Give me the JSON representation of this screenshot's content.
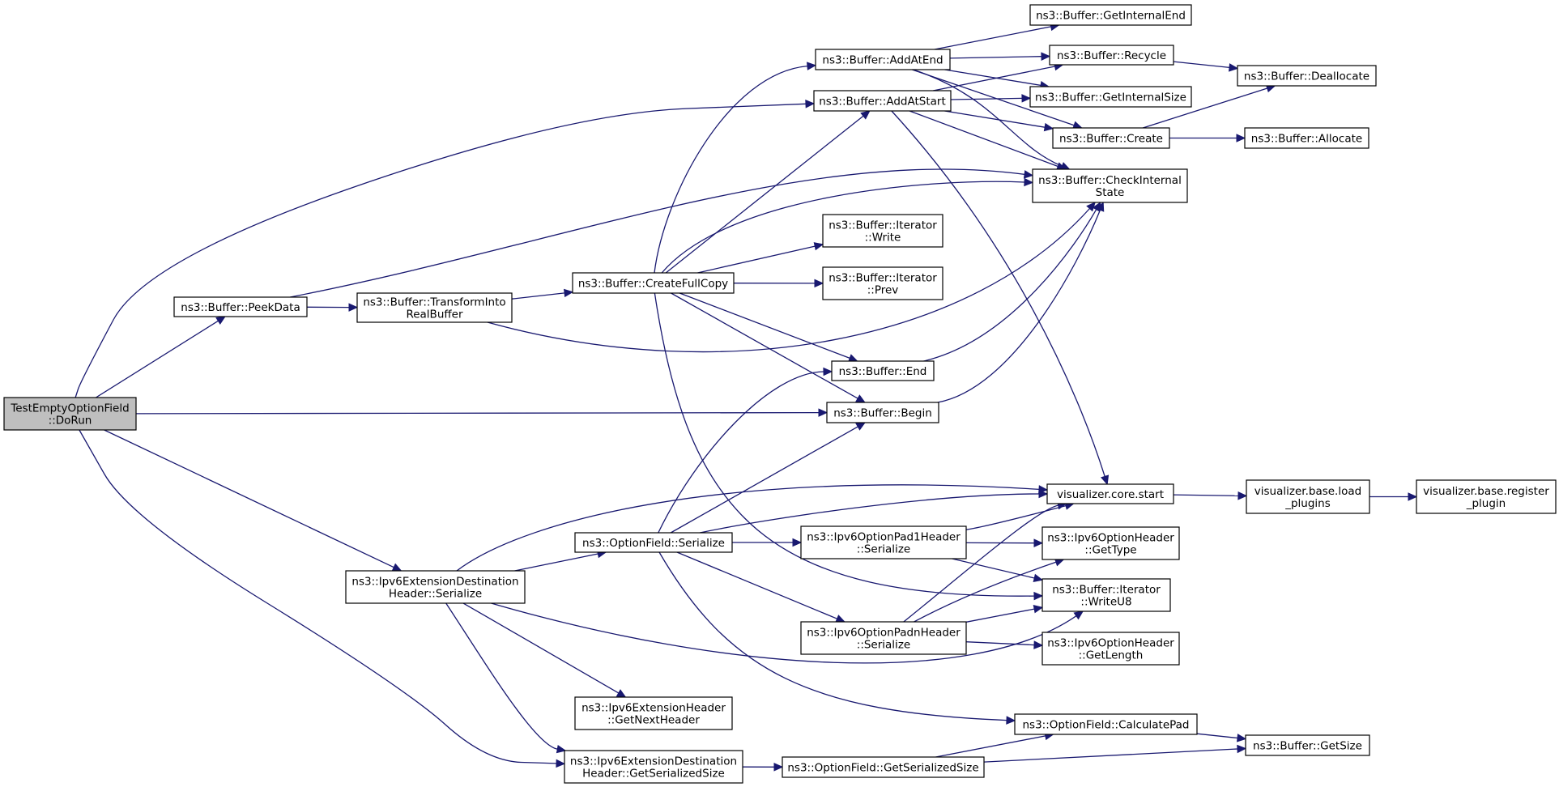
{
  "graph": {
    "colors": {
      "edge": "#191970",
      "node_fill": "#ffffff",
      "root_fill": "#bfbfbf",
      "border": "#000000"
    },
    "nodes": [
      {
        "id": "root",
        "lines": [
          "TestEmptyOptionField",
          "::DoRun"
        ],
        "root": true
      },
      {
        "id": "peekdata",
        "lines": [
          "ns3::Buffer::PeekData"
        ]
      },
      {
        "id": "transform",
        "lines": [
          "ns3::Buffer::TransformInto",
          "RealBuffer"
        ]
      },
      {
        "id": "createfullcopy",
        "lines": [
          "ns3::Buffer::CreateFullCopy"
        ]
      },
      {
        "id": "addatend",
        "lines": [
          "ns3::Buffer::AddAtEnd"
        ]
      },
      {
        "id": "addatstart",
        "lines": [
          "ns3::Buffer::AddAtStart"
        ]
      },
      {
        "id": "getinternalend",
        "lines": [
          "ns3::Buffer::GetInternalEnd"
        ]
      },
      {
        "id": "recycle",
        "lines": [
          "ns3::Buffer::Recycle"
        ]
      },
      {
        "id": "getinternalsize",
        "lines": [
          "ns3::Buffer::GetInternalSize"
        ]
      },
      {
        "id": "create",
        "lines": [
          "ns3::Buffer::Create"
        ]
      },
      {
        "id": "deallocate",
        "lines": [
          "ns3::Buffer::Deallocate"
        ]
      },
      {
        "id": "allocate",
        "lines": [
          "ns3::Buffer::Allocate"
        ]
      },
      {
        "id": "checkinternal",
        "lines": [
          "ns3::Buffer::CheckInternal",
          "State"
        ]
      },
      {
        "id": "iterwrite",
        "lines": [
          "ns3::Buffer::Iterator",
          "::Write"
        ]
      },
      {
        "id": "iterprev",
        "lines": [
          "ns3::Buffer::Iterator",
          "::Prev"
        ]
      },
      {
        "id": "end",
        "lines": [
          "ns3::Buffer::End"
        ]
      },
      {
        "id": "begin",
        "lines": [
          "ns3::Buffer::Begin"
        ]
      },
      {
        "id": "vizstart",
        "lines": [
          "visualizer.core.start"
        ]
      },
      {
        "id": "loadplugins",
        "lines": [
          "visualizer.base.load",
          "_plugins"
        ]
      },
      {
        "id": "registerplugin",
        "lines": [
          "visualizer.base.register",
          "_plugin"
        ]
      },
      {
        "id": "optserialize",
        "lines": [
          "ns3::OptionField::Serialize"
        ]
      },
      {
        "id": "destserialize",
        "lines": [
          "ns3::Ipv6ExtensionDestination",
          "Header::Serialize"
        ]
      },
      {
        "id": "pad1serialize",
        "lines": [
          "ns3::Ipv6OptionPad1Header",
          "::Serialize"
        ]
      },
      {
        "id": "padnserialize",
        "lines": [
          "ns3::Ipv6OptionPadnHeader",
          "::Serialize"
        ]
      },
      {
        "id": "gettype",
        "lines": [
          "ns3::Ipv6OptionHeader",
          "::GetType"
        ]
      },
      {
        "id": "writeu8",
        "lines": [
          "ns3::Buffer::Iterator",
          "::WriteU8"
        ]
      },
      {
        "id": "getlength",
        "lines": [
          "ns3::Ipv6OptionHeader",
          "::GetLength"
        ]
      },
      {
        "id": "getnextheader",
        "lines": [
          "ns3::Ipv6ExtensionHeader",
          "::GetNextHeader"
        ]
      },
      {
        "id": "destgetsize",
        "lines": [
          "ns3::Ipv6ExtensionDestination",
          "Header::GetSerializedSize"
        ]
      },
      {
        "id": "optgetsize",
        "lines": [
          "ns3::OptionField::GetSerializedSize"
        ]
      },
      {
        "id": "calcpad",
        "lines": [
          "ns3::OptionField::CalculatePad"
        ]
      },
      {
        "id": "getsize",
        "lines": [
          "ns3::Buffer::GetSize"
        ]
      }
    ],
    "edges": [
      [
        "root",
        "addatstart"
      ],
      [
        "root",
        "peekdata"
      ],
      [
        "root",
        "begin"
      ],
      [
        "root",
        "destserialize"
      ],
      [
        "root",
        "destgetsize"
      ],
      [
        "peekdata",
        "transform"
      ],
      [
        "peekdata",
        "checkinternal"
      ],
      [
        "transform",
        "createfullcopy"
      ],
      [
        "transform",
        "checkinternal"
      ],
      [
        "createfullcopy",
        "addatend"
      ],
      [
        "createfullcopy",
        "addatstart"
      ],
      [
        "createfullcopy",
        "checkinternal"
      ],
      [
        "createfullcopy",
        "iterwrite"
      ],
      [
        "createfullcopy",
        "iterprev"
      ],
      [
        "createfullcopy",
        "end"
      ],
      [
        "createfullcopy",
        "begin"
      ],
      [
        "createfullcopy",
        "writeu8"
      ],
      [
        "addatend",
        "getinternalend"
      ],
      [
        "addatend",
        "recycle"
      ],
      [
        "addatend",
        "getinternalsize"
      ],
      [
        "addatend",
        "create"
      ],
      [
        "addatend",
        "checkinternal"
      ],
      [
        "addatstart",
        "recycle"
      ],
      [
        "addatstart",
        "getinternalsize"
      ],
      [
        "addatstart",
        "create"
      ],
      [
        "addatstart",
        "checkinternal"
      ],
      [
        "addatstart",
        "vizstart"
      ],
      [
        "recycle",
        "deallocate"
      ],
      [
        "create",
        "deallocate"
      ],
      [
        "create",
        "allocate"
      ],
      [
        "end",
        "checkinternal"
      ],
      [
        "begin",
        "checkinternal"
      ],
      [
        "vizstart",
        "loadplugins"
      ],
      [
        "loadplugins",
        "registerplugin"
      ],
      [
        "destserialize",
        "optserialize"
      ],
      [
        "destserialize",
        "vizstart"
      ],
      [
        "destserialize",
        "getnextheader"
      ],
      [
        "destserialize",
        "destgetsize"
      ],
      [
        "destserialize",
        "writeu8"
      ],
      [
        "optserialize",
        "vizstart"
      ],
      [
        "optserialize",
        "end"
      ],
      [
        "optserialize",
        "begin"
      ],
      [
        "optserialize",
        "pad1serialize"
      ],
      [
        "optserialize",
        "padnserialize"
      ],
      [
        "optserialize",
        "calcpad"
      ],
      [
        "pad1serialize",
        "vizstart"
      ],
      [
        "pad1serialize",
        "gettype"
      ],
      [
        "pad1serialize",
        "writeu8"
      ],
      [
        "padnserialize",
        "vizstart"
      ],
      [
        "padnserialize",
        "gettype"
      ],
      [
        "padnserialize",
        "writeu8"
      ],
      [
        "padnserialize",
        "getlength"
      ],
      [
        "destgetsize",
        "optgetsize"
      ],
      [
        "optgetsize",
        "calcpad"
      ],
      [
        "optgetsize",
        "getsize"
      ],
      [
        "calcpad",
        "getsize"
      ]
    ]
  }
}
